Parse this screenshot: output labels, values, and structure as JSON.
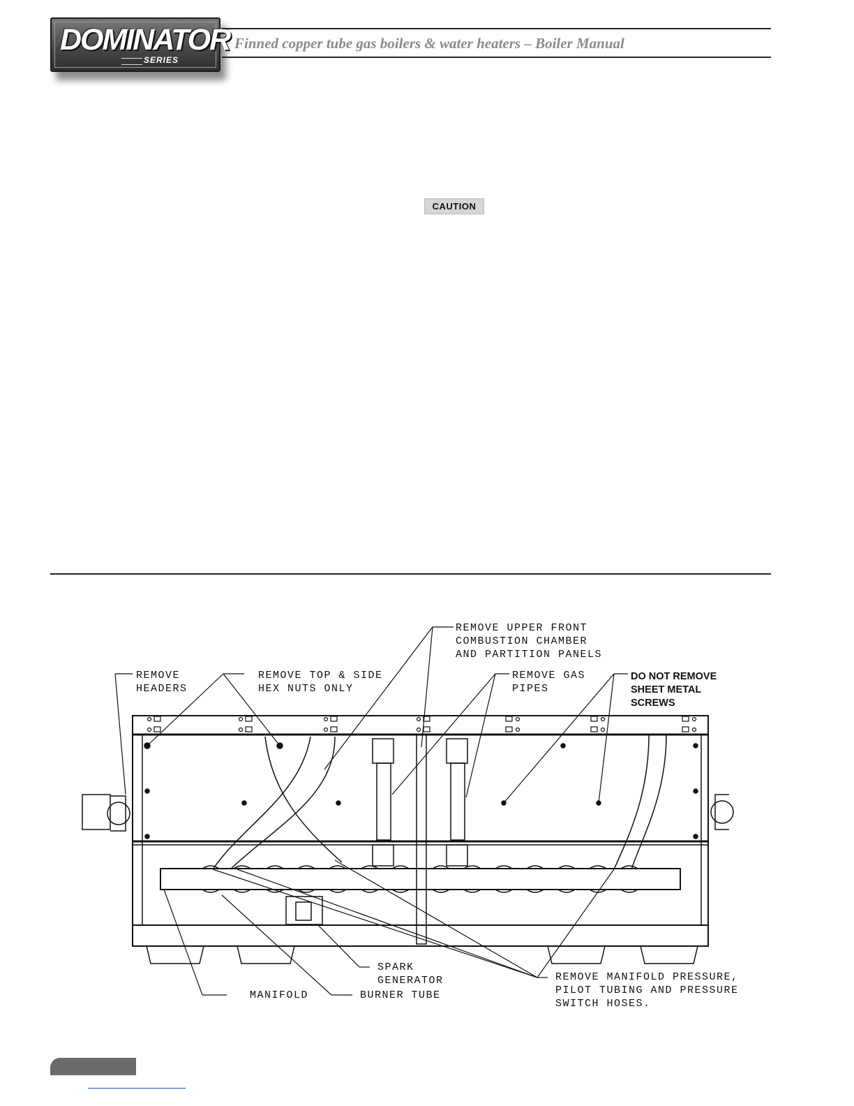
{
  "header": {
    "brand": "DOMINATOR",
    "brand_sub": "SERIES",
    "title": "Finned copper tube gas boilers & water heaters – Boiler Manual"
  },
  "caution_badge": "CAUTION",
  "figure": {
    "callouts": {
      "remove_headers": "REMOVE\nHEADERS",
      "hex_nuts": "REMOVE TOP & SIDE\nHEX NUTS ONLY",
      "upper_front": "REMOVE UPPER FRONT\nCOMBUSTION CHAMBER\nAND PARTITION PANELS",
      "gas_pipes": "REMOVE GAS\nPIPES",
      "do_not_remove": "DO NOT REMOVE\nSHEET METAL\nSCREWS",
      "spark_generator": "SPARK\nGENERATOR",
      "manifold": "MANIFOLD",
      "burner_tube": "BURNER TUBE",
      "manifold_pressure": "REMOVE MANIFOLD PRESSURE,\nPILOT TUBING AND PRESSURE\nSWITCH HOSES."
    }
  }
}
